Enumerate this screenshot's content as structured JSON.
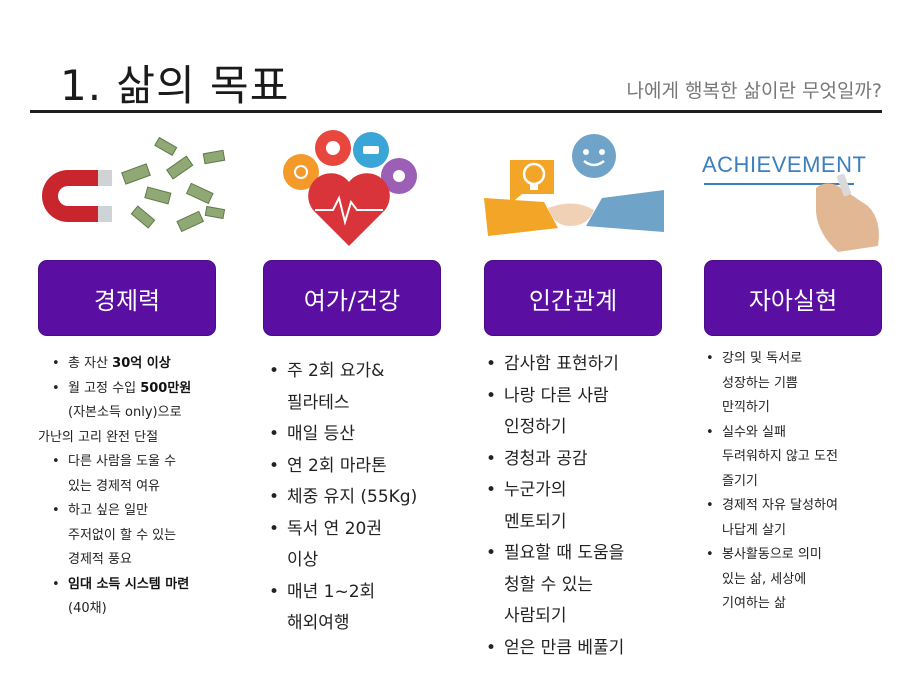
{
  "header": {
    "title": "1. 삶의 목표",
    "subtitle": "나에게 행복한 삶이란 무엇일까?"
  },
  "colors": {
    "accent": "#5a0fa2",
    "text": "#222222",
    "subtitle": "#777777"
  },
  "columns": [
    {
      "category": "경제력",
      "illustration": "magnet-money-icon",
      "items": [
        {
          "bullet": true,
          "parts": [
            {
              "t": "총 자산 "
            },
            {
              "t": "30억 이상",
              "bold": true
            }
          ]
        },
        {
          "bullet": true,
          "parts": [
            {
              "t": "월 고정 수입 "
            },
            {
              "t": "500만원",
              "bold": true
            }
          ]
        },
        {
          "bullet": false,
          "parts": [
            {
              "t": "(자본소득 only)으로"
            }
          ]
        },
        {
          "bullet": false,
          "outdent": true,
          "parts": [
            {
              "t": "가난의 고리 완전 단절"
            }
          ]
        },
        {
          "bullet": true,
          "parts": [
            {
              "t": "다른 사람을 도울 수"
            }
          ]
        },
        {
          "bullet": false,
          "parts": [
            {
              "t": "있는 경제적 여유"
            }
          ]
        },
        {
          "bullet": true,
          "parts": [
            {
              "t": "하고 싶은 일만"
            }
          ]
        },
        {
          "bullet": false,
          "parts": [
            {
              "t": "주저없이 할 수 있는"
            }
          ]
        },
        {
          "bullet": false,
          "parts": [
            {
              "t": "경제적 풍요"
            }
          ]
        },
        {
          "bullet": true,
          "parts": [
            {
              "t": "임대 소득 시스템 마련",
              "bold": true
            }
          ]
        },
        {
          "bullet": false,
          "parts": [
            {
              "t": "(40채)"
            }
          ]
        }
      ]
    },
    {
      "category": "여가/건강",
      "illustration": "heart-health-icon",
      "items": [
        {
          "bullet": true,
          "parts": [
            {
              "t": "주 2회 요가&"
            }
          ]
        },
        {
          "bullet": false,
          "parts": [
            {
              "t": "필라테스"
            }
          ]
        },
        {
          "bullet": true,
          "parts": [
            {
              "t": "매일 등산"
            }
          ]
        },
        {
          "bullet": true,
          "parts": [
            {
              "t": "연 2회 마라톤"
            }
          ]
        },
        {
          "bullet": true,
          "parts": [
            {
              "t": "체중 유지 (55Kg)"
            }
          ]
        },
        {
          "bullet": true,
          "parts": [
            {
              "t": "독서 연 20권"
            }
          ]
        },
        {
          "bullet": false,
          "parts": [
            {
              "t": "이상"
            }
          ]
        },
        {
          "bullet": true,
          "parts": [
            {
              "t": "매년 1~2회"
            }
          ]
        },
        {
          "bullet": false,
          "parts": [
            {
              "t": "해외여행"
            }
          ]
        }
      ]
    },
    {
      "category": "인간관계",
      "illustration": "handshake-idea-icon",
      "items": [
        {
          "bullet": true,
          "parts": [
            {
              "t": "감사함 표현하기"
            }
          ]
        },
        {
          "bullet": true,
          "parts": [
            {
              "t": "나랑 다른 사람"
            }
          ]
        },
        {
          "bullet": false,
          "parts": [
            {
              "t": "인정하기"
            }
          ]
        },
        {
          "bullet": true,
          "parts": [
            {
              "t": "경청과 공감"
            }
          ]
        },
        {
          "bullet": true,
          "parts": [
            {
              "t": "누군가의"
            }
          ]
        },
        {
          "bullet": false,
          "parts": [
            {
              "t": "멘토되기"
            }
          ]
        },
        {
          "bullet": true,
          "parts": [
            {
              "t": "필요할 때 도움을"
            }
          ]
        },
        {
          "bullet": false,
          "parts": [
            {
              "t": "청할 수 있는"
            }
          ]
        },
        {
          "bullet": false,
          "parts": [
            {
              "t": "사람되기"
            }
          ]
        },
        {
          "bullet": true,
          "parts": [
            {
              "t": "얻은 만큼 베풀기"
            }
          ]
        }
      ]
    },
    {
      "category": "자아실현",
      "illustration": "achievement-hand-icon",
      "illustration_text": "ACHIEVEMENT",
      "items": [
        {
          "bullet": true,
          "parts": [
            {
              "t": "강의 및 독서로"
            }
          ]
        },
        {
          "bullet": false,
          "parts": [
            {
              "t": "성장하는 기쁨"
            }
          ]
        },
        {
          "bullet": false,
          "parts": [
            {
              "t": "만끽하기"
            }
          ]
        },
        {
          "bullet": true,
          "parts": [
            {
              "t": "실수와 실패"
            }
          ]
        },
        {
          "bullet": false,
          "parts": [
            {
              "t": "두려워하지 않고 도전"
            }
          ]
        },
        {
          "bullet": false,
          "parts": [
            {
              "t": "즐기기"
            }
          ]
        },
        {
          "bullet": true,
          "parts": [
            {
              "t": "경제적 자유 달성하여"
            }
          ]
        },
        {
          "bullet": false,
          "parts": [
            {
              "t": "나답게 살기"
            }
          ]
        },
        {
          "bullet": true,
          "parts": [
            {
              "t": "봉사활동으로 의미"
            }
          ]
        },
        {
          "bullet": false,
          "parts": [
            {
              "t": "있는 삶, 세상에"
            }
          ]
        },
        {
          "bullet": false,
          "parts": [
            {
              "t": "기여하는 삶"
            }
          ]
        }
      ]
    }
  ]
}
